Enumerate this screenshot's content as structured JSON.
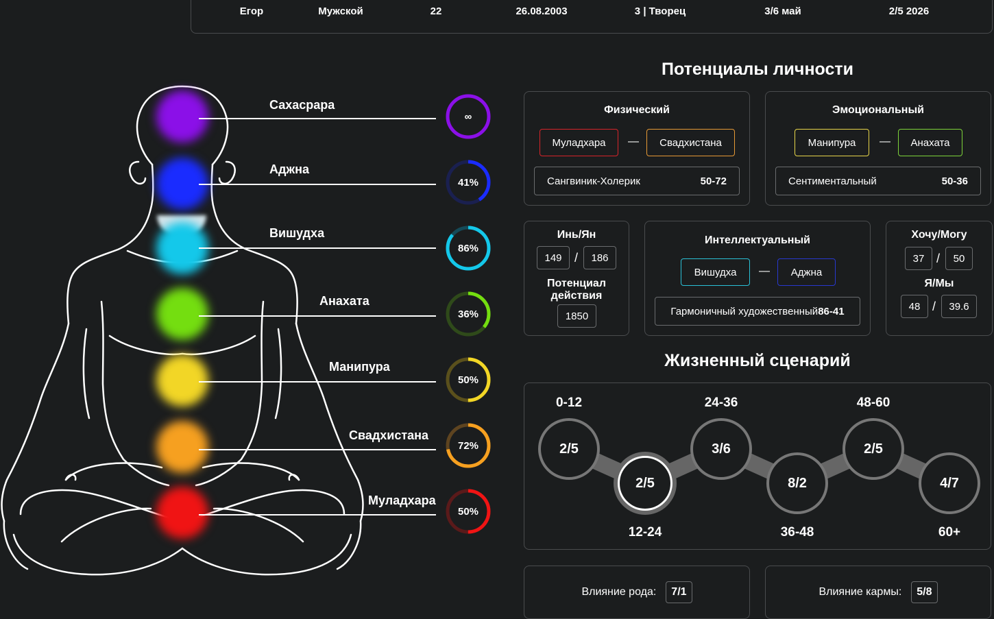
{
  "header": {
    "name": "Егор",
    "gender": "Мужской",
    "age": "22",
    "birth_date": "26.08.2003",
    "type": "3 | Творец",
    "value1": "3/6 май",
    "value2": "2/5 2026"
  },
  "chakras": [
    {
      "name": "Сахасрара",
      "value": "∞",
      "percent": 100,
      "color": "#8b10e8",
      "track": "#3a1060"
    },
    {
      "name": "Аджна",
      "value": "41%",
      "percent": 41,
      "color": "#1a2cff",
      "track": "#1a2050"
    },
    {
      "name": "Вишудха",
      "value": "86%",
      "percent": 86,
      "color": "#14c8ea",
      "track": "#154a58"
    },
    {
      "name": "Анахата",
      "value": "36%",
      "percent": 36,
      "color": "#74de10",
      "track": "#2f4a1a"
    },
    {
      "name": "Манипура",
      "value": "50%",
      "percent": 50,
      "color": "#f2d626",
      "track": "#5a501c"
    },
    {
      "name": "Свадхистана",
      "value": "72%",
      "percent": 72,
      "color": "#f6a020",
      "track": "#5e4420"
    },
    {
      "name": "Муладхара",
      "value": "50%",
      "percent": 50,
      "color": "#f01414",
      "track": "#5a1a1a"
    }
  ],
  "potentials": {
    "title": "Потенциалы личности",
    "physical": {
      "title": "Физический",
      "left": "Муладхара",
      "right": "Свадхистана",
      "dash": "—",
      "result_label": "Сангвиник-Холерик",
      "result_value": "50-72"
    },
    "emotional": {
      "title": "Эмоциональный",
      "left": "Манипура",
      "right": "Анахата",
      "dash": "—",
      "result_label": "Сентиментальный",
      "result_value": "50-36"
    },
    "yin_yang": {
      "title": "Инь/Ян",
      "a": "149",
      "b": "186",
      "slash": "/",
      "action_title": "Потенциал действия",
      "action_value": "1850"
    },
    "intellectual": {
      "title": "Интеллектуальный",
      "left": "Вишудха",
      "right": "Аджна",
      "dash": "—",
      "result_label": "Гармоничный художественный",
      "result_value": "86-41"
    },
    "want_can": {
      "title": "Хочу/Могу",
      "a": "37",
      "b": "50",
      "slash": "/",
      "title2": "Я/Мы",
      "c": "48",
      "d": "39.6"
    }
  },
  "life": {
    "title": "Жизненный сценарий",
    "nodes": [
      {
        "age": "0-12",
        "value": "2/5"
      },
      {
        "age": "12-24",
        "value": "2/5"
      },
      {
        "age": "24-36",
        "value": "3/6"
      },
      {
        "age": "36-48",
        "value": "8/2"
      },
      {
        "age": "48-60",
        "value": "2/5"
      },
      {
        "age": "60+",
        "value": "4/7"
      }
    ]
  },
  "bottom": {
    "family_label": "Влияние рода:",
    "family_value": "7/1",
    "karma_label": "Влияние кармы:",
    "karma_value": "5/8"
  },
  "colors": {
    "background": "#1b1d1e",
    "border": "#4a4c4e"
  }
}
